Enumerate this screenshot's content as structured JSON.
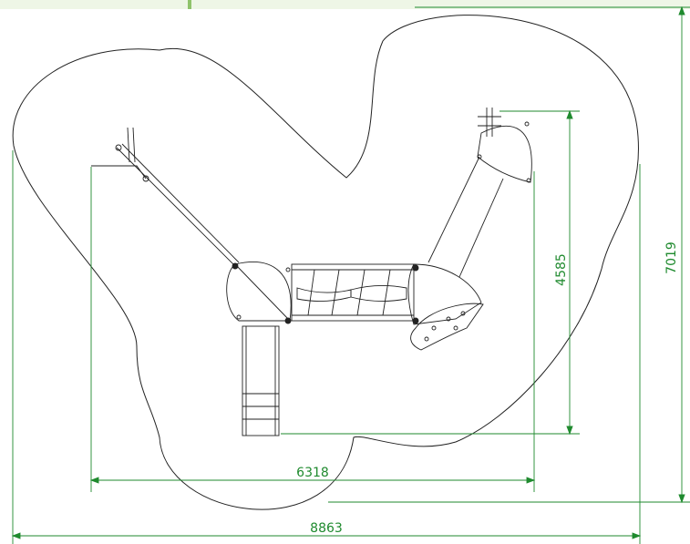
{
  "colors": {
    "dimension": "#1f8a2e",
    "outline": "#222222",
    "band": "#eef6e6",
    "band_mark": "#8fc36b"
  },
  "dimensions": {
    "inner_width": "6318",
    "outer_width": "8863",
    "inner_height": "4585",
    "outer_height": "7019"
  }
}
